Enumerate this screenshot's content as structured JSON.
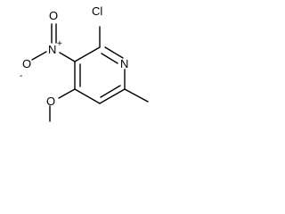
{
  "molecule": {
    "atoms": {
      "cl": "Cl",
      "n_ring": "N",
      "n_nitro": "N",
      "n_nitro_charge": "+",
      "o_top": "O",
      "o_left": "O",
      "o_left_charge": "-",
      "o_methoxy": "O"
    }
  }
}
